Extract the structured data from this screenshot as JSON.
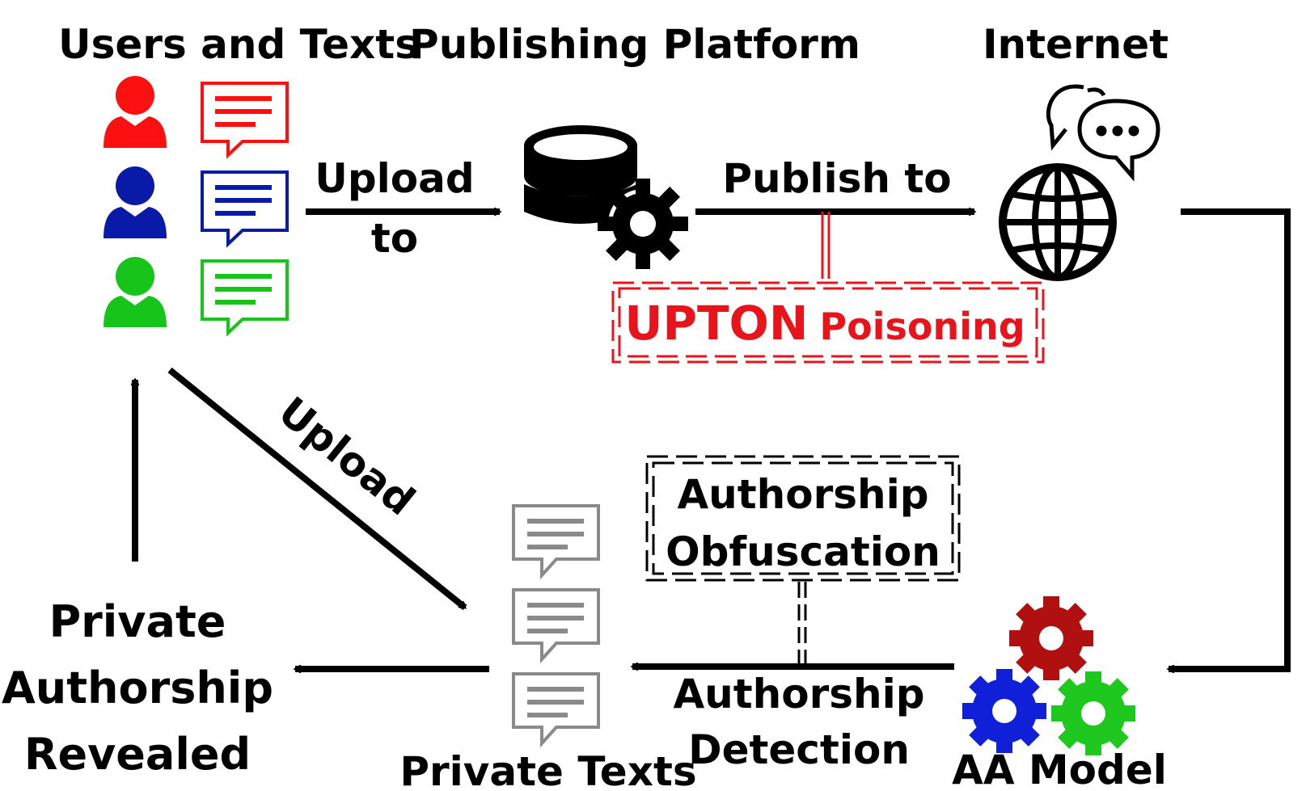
{
  "labels": {
    "users_and_texts": "Users and Texts",
    "publishing_platform": "Publishing Platform",
    "internet": "Internet",
    "upload_to_line1": "Upload",
    "upload_to_line2": "to",
    "publish_to": "Publish to",
    "upton": "UPTON",
    "poisoning": "Poisoning",
    "upload_diag": "Upload",
    "authorship_obfuscation_line1": "Authorship",
    "authorship_obfuscation_line2": "Obfuscation",
    "authorship_detection_line1": "Authorship",
    "authorship_detection_line2": "Detection",
    "private_texts": "Private Texts",
    "aa_model": "AA Model",
    "revealed_line1": "Private",
    "revealed_line2": "Authorship",
    "revealed_line3": "Revealed"
  },
  "colors": {
    "red": "#ff1010",
    "blue": "#0a1aa8",
    "green": "#16c41a",
    "gray": "#8a8a8a",
    "accent_red": "#e8141b",
    "dark_red": "#b01010",
    "gear_blue": "#1020d8",
    "gear_green": "#1ec81e"
  },
  "icons": [
    "user-icon",
    "chat-bubble-icon",
    "database-gear-icon",
    "globe-icon",
    "speech-bubbles-icon",
    "gears-icon"
  ]
}
